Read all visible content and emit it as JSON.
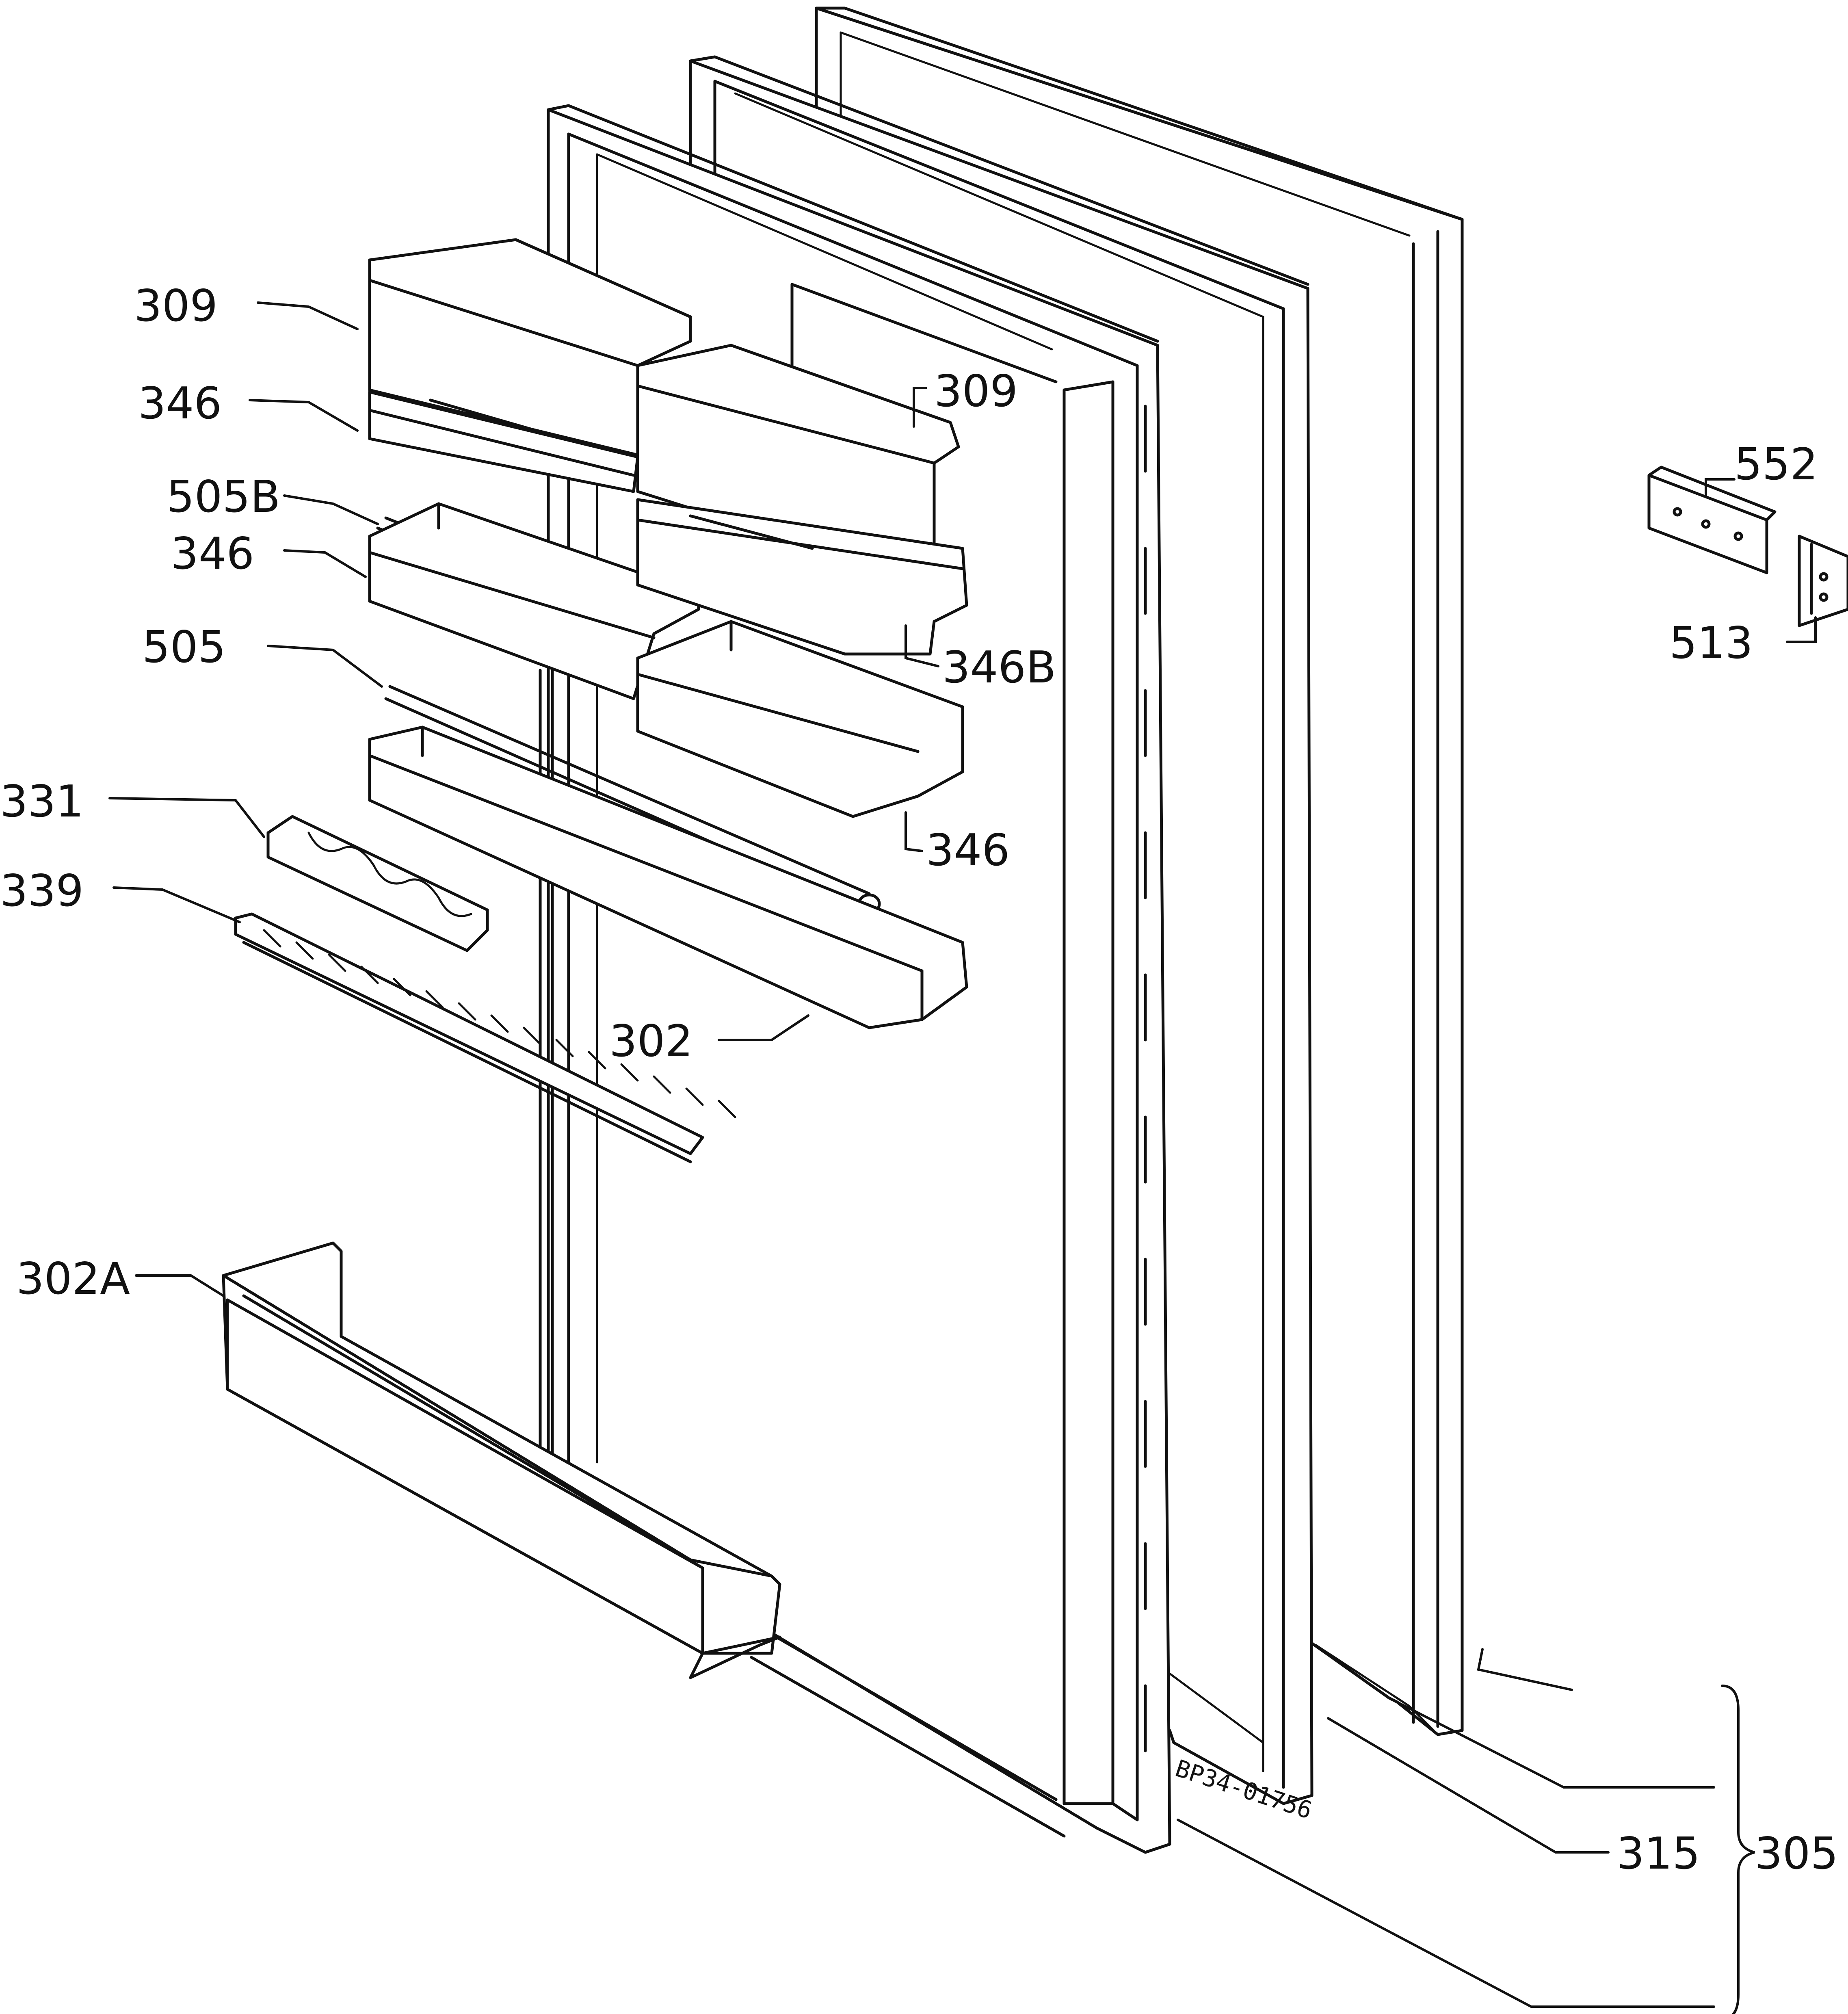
{
  "diagram": {
    "drawing_code": "BP34-01756",
    "callouts": [
      {
        "id": "c-309-left",
        "text": "309"
      },
      {
        "id": "c-346-a",
        "text": "346"
      },
      {
        "id": "c-505b",
        "text": "505B"
      },
      {
        "id": "c-346-b",
        "text": "346"
      },
      {
        "id": "c-505",
        "text": "505"
      },
      {
        "id": "c-331",
        "text": "331"
      },
      {
        "id": "c-339",
        "text": "339"
      },
      {
        "id": "c-302a",
        "text": "302A"
      },
      {
        "id": "c-309-right",
        "text": "309"
      },
      {
        "id": "c-346b",
        "text": "346B"
      },
      {
        "id": "c-346-c",
        "text": "346"
      },
      {
        "id": "c-302",
        "text": "302"
      },
      {
        "id": "c-552",
        "text": "552"
      },
      {
        "id": "c-513",
        "text": "513"
      },
      {
        "id": "c-315",
        "text": "315"
      },
      {
        "id": "c-305",
        "text": "305"
      }
    ]
  }
}
